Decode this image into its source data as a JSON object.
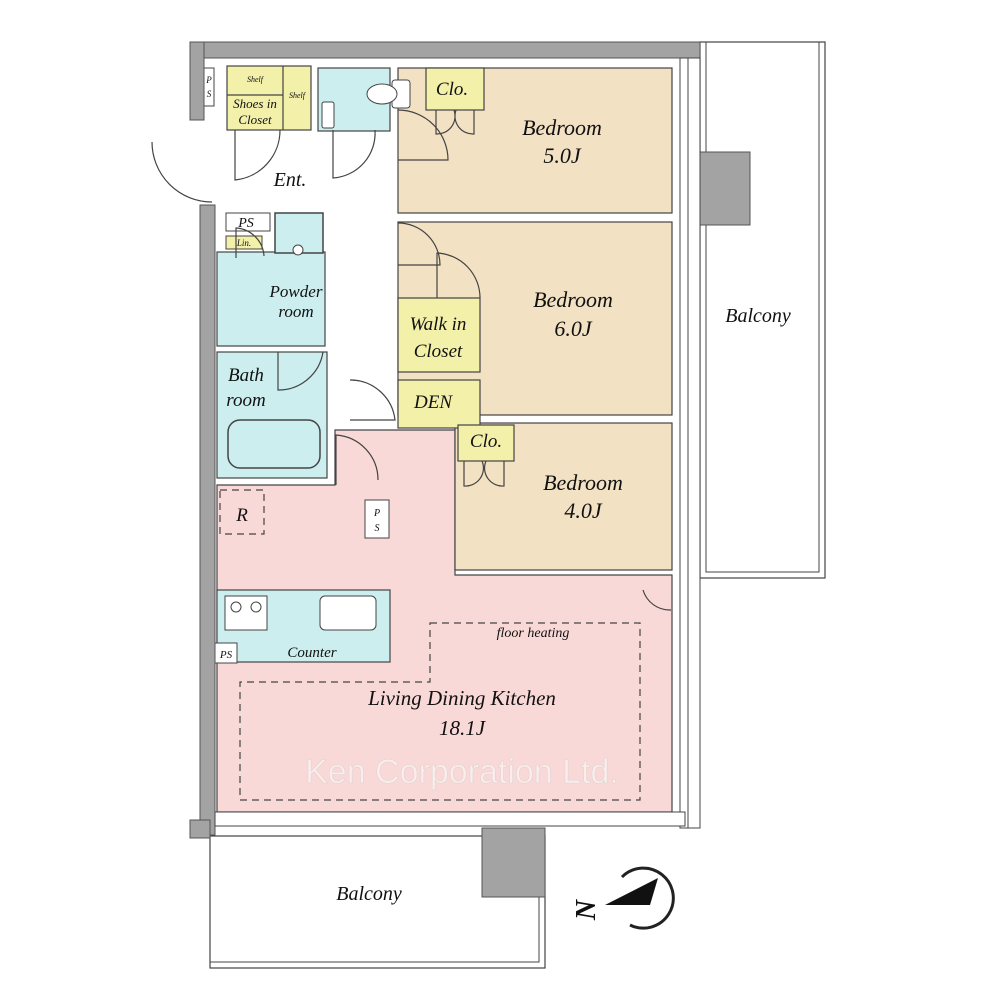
{
  "colors": {
    "bedroom": "#f3e1c3",
    "ldk": "#f9d9d8",
    "wet_area": "#cdeeee",
    "storage": "#f3f0aa",
    "wall": "#a3a3a3"
  },
  "rooms": {
    "bedroom1": {
      "label": "Bedroom",
      "size": "5.0J"
    },
    "bedroom2": {
      "label": "Bedroom",
      "size": "6.0J"
    },
    "bedroom3": {
      "label": "Bedroom",
      "size": "4.0J"
    },
    "ldk": {
      "label": "Living Dining Kitchen",
      "size": "18.1J"
    },
    "walk_in_closet": {
      "line1": "Walk in",
      "line2": "Closet"
    },
    "den": "DEN",
    "closet1": "Clo.",
    "closet2": "Clo.",
    "entrance": "Ent.",
    "shoes_closet": {
      "line1": "Shoes in",
      "line2": "Closet"
    },
    "shelf1": "Shelf",
    "shelf2": "Shelf",
    "ps_top": {
      "line1": "P",
      "line2": "S"
    },
    "ps_entry": "PS",
    "linen": "Lin.",
    "powder_room": {
      "line1": "Powder",
      "line2": "room"
    },
    "bath_room": {
      "line1": "Bath",
      "line2": "room"
    },
    "refrigerator": "R",
    "ps_ldk": {
      "line1": "P",
      "line2": "S"
    },
    "ps_kitchen": "PS",
    "counter": "Counter",
    "floor_heating": "floor heating",
    "balcony_right": "Balcony",
    "balcony_bottom": "Balcony"
  },
  "compass": {
    "label": "N"
  },
  "watermark": "Ken Corporation Ltd."
}
